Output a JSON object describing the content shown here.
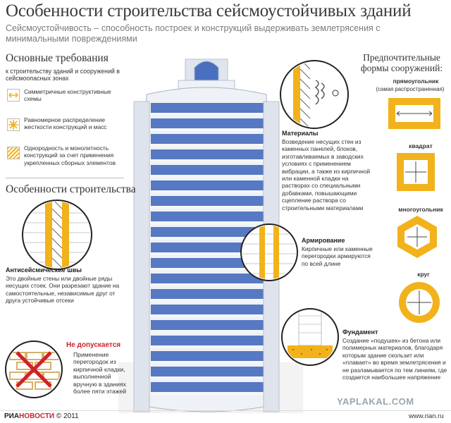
{
  "header": {
    "title": "Особенности строительства сейсмоустойчивых зданий",
    "subtitle": "Сейсмоустойчивость – способность построек и конструкций выдерживать землетрясения с минимальными повреждениями"
  },
  "requirements": {
    "heading": "Основные требования",
    "intro": "к строительству зданий и сооружений в сейсмоопасных зонах",
    "items": [
      {
        "icon": "symmetric-arrows-icon",
        "text": "Симметричные конструктивные схемы"
      },
      {
        "icon": "star-burst-icon",
        "text": "Равномерное распределение жесткости конструкций и масс"
      },
      {
        "icon": "hatched-square-icon",
        "text": "Однородность и монолитность конструкций за счет применения укрепленных сборных элементов"
      }
    ]
  },
  "features": {
    "heading": "Особенности строительства",
    "seams_title": "Антисейсмические швы",
    "seams_text": "Это двойные стены или двойные ряды несущих стоек. Они разрезают здание на самостоятельные, независимые друг от друга устойчивые отсеки"
  },
  "forbidden": {
    "title": "Не допускается",
    "text": "Применение перегородок из кирпичной кладки, выполненной вручную в зданиях более пяти этажей"
  },
  "materials": {
    "title": "Материалы",
    "text": "Возведение несущих стен из каменных панелей, блоков, изготавливаемых в заводских условиях с применением вибрации, а также из кирпичной или каменной кладки на растворах со специальными добавками, повышающими сцепление раствора со строительными материалами"
  },
  "reinforcement": {
    "title": "Армирование",
    "text": "Кирпичные или каменные перегородки армируются по всей длине"
  },
  "foundation": {
    "title": "Фундамент",
    "text": "Создание «подушек» из бетона или полимерных материалов, благодаря которым здание скользит или «плавает» во время землетрясения и не разламывается по тем линиям, где создается наибольшее напряжение"
  },
  "shapes": {
    "heading": "Предпочтительные формы сооружений:",
    "items": [
      {
        "name": "прямоугольник",
        "note": "(самая распространенная)"
      },
      {
        "name": "квадрат",
        "note": ""
      },
      {
        "name": "многоугольник",
        "note": ""
      },
      {
        "name": "круг",
        "note": ""
      }
    ]
  },
  "footer": {
    "logo_ria": "РИА",
    "logo_novosti": "НОВОСТИ",
    "copyright": "© 2011",
    "site": "www.rian.ru",
    "watermark": "YAPLAKAL.COM"
  },
  "colors": {
    "accent": "#f2b21b",
    "building_blue": "#3c63b8",
    "warning": "#d0202a",
    "text": "#333333"
  }
}
